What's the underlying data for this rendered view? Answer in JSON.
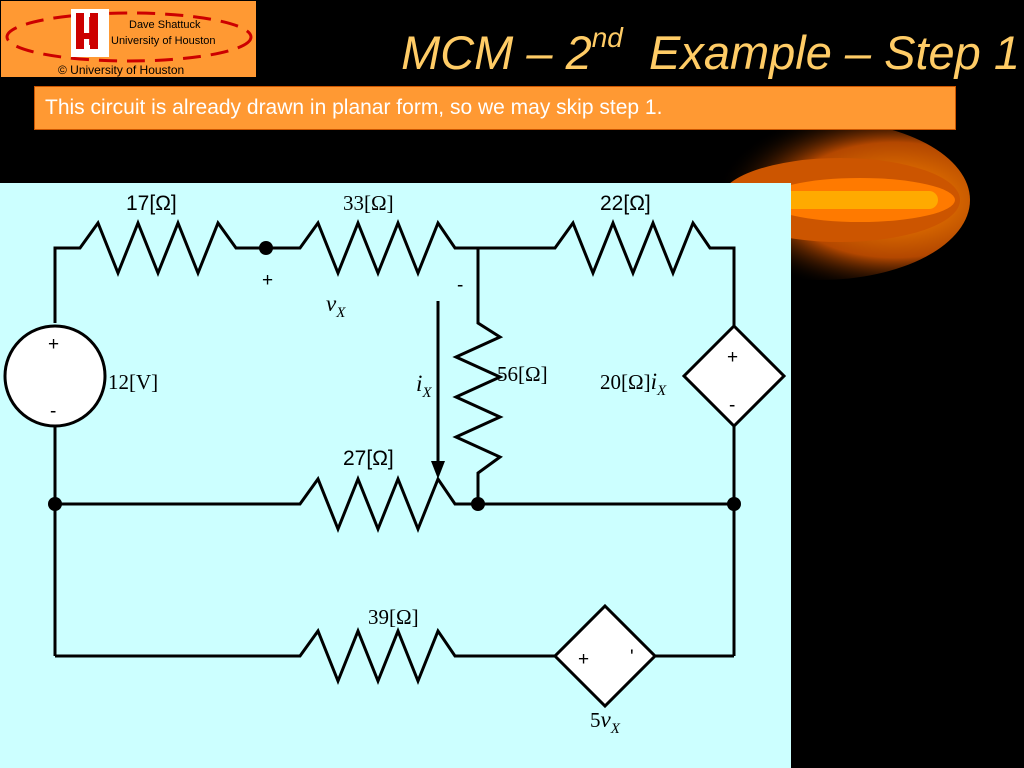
{
  "header": {
    "logo_name": "Dave Shattuck",
    "logo_university": "University of Houston",
    "copyright": "© University of Houston",
    "title_main": "MCM – 2",
    "title_sup": "nd",
    "title_rest": "  Example – Step 1"
  },
  "note": "This circuit is already drawn in planar form, so we may skip step 1.",
  "circuit": {
    "r17": "17[Ω]",
    "r33": "33[Ω]",
    "r22": "22[Ω]",
    "r56": "56[Ω]",
    "r27": "27[Ω]",
    "r39": "39[Ω]",
    "source_12v": "12[V]",
    "dep_20_a": "20[Ω]",
    "dep_20_i": "i",
    "dep_20_sub": "X",
    "vx_v": "v",
    "vx_sub": "X",
    "ix_i": "i",
    "ix_sub": "X",
    "dep_5_a": "5",
    "dep_5_v": "v",
    "dep_5_sub": "X",
    "plus": "+",
    "minus": "-",
    "minus_tick": "'"
  },
  "colors": {
    "slide_bg": "#000000",
    "accent_orange": "#ff9933",
    "title_color": "#ffcc66",
    "circuit_bg": "#ccffff",
    "logo_red": "#cc0000"
  }
}
